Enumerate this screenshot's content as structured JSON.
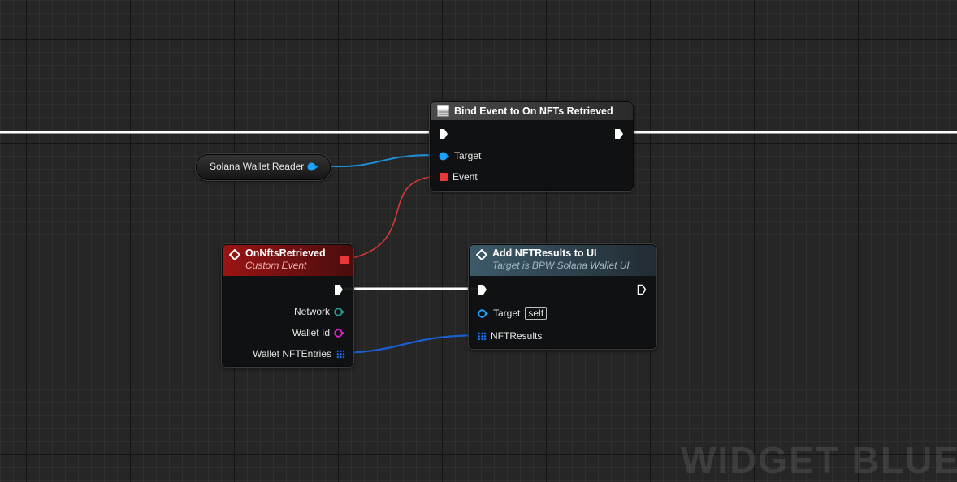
{
  "graph": {
    "watermark": "WIDGET BLUE",
    "colors": {
      "exec_wire": "#ffffff",
      "object_wire": "#1f8fd8",
      "event_wire": "#d23a35",
      "array_wire": "#1a5fd0",
      "function_header": "#3d5a6a",
      "event_header": "#9b1515",
      "bind_header": "#4a4a4a"
    }
  },
  "variable_node": {
    "label": "Solana Wallet Reader",
    "pin_icon": "object-pin-icon"
  },
  "bind_node": {
    "title": "Bind Event to On NFTs Retrieved",
    "header_icon": "bind-event-icon",
    "pins": {
      "target": "Target",
      "event": "Event"
    }
  },
  "custom_event_node": {
    "title": "OnNftsRetrieved",
    "subtitle": "Custom Event",
    "header_icon": "event-diamond-icon",
    "outputs": {
      "network": "Network",
      "wallet_id": "Wallet Id",
      "wallet_nft_entries": "Wallet NFTEntries"
    }
  },
  "function_node": {
    "title": "Add NFTResults to UI",
    "subtitle": "Target is BPW Solana Wallet UI",
    "header_icon": "function-diamond-icon",
    "inputs": {
      "target": "Target",
      "target_default": "self",
      "nft_results": "NFTResults"
    }
  }
}
